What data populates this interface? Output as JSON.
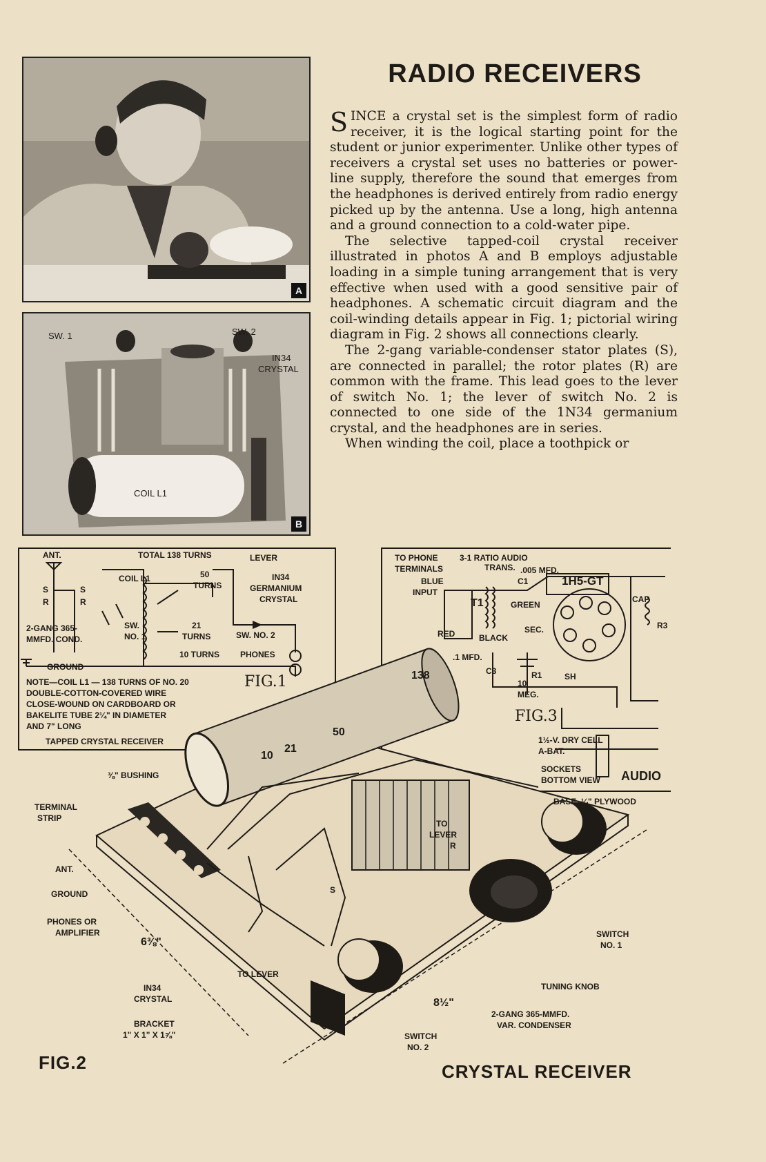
{
  "title": "RADIO RECEIVERS",
  "article": {
    "dropcap": "S",
    "p1": "INCE a crystal set is the simplest form of radio receiver, it is the logical starting point for the student or junior experimenter. Unlike other types of receivers a crystal set uses no batteries or power-line supply, therefore the sound that emerges from the headphones is derived entirely from radio energy picked up by the antenna. Use a long, high antenna and a ground connection to a cold-water pipe.",
    "p2": "The selective tapped-coil crystal receiver illustrated in photos A and B employs adjustable loading in a simple tuning arrangement that is very effective when used with a good sensitive pair of headphones. A schematic circuit diagram and the coil-winding details appear in Fig. 1; pictorial wiring diagram in Fig. 2 shows all connections clearly.",
    "p3": "The 2-gang variable-condenser stator plates (S), are connected in parallel; the rotor plates (R) are common with the frame. This lead goes to the lever of switch No. 1; the lever of switch No. 2 is connected to one side of the 1N34 germanium crystal, and the headphones are in series.",
    "p4": "When winding the coil, place a toothpick or"
  },
  "photoA": {
    "badge": "A"
  },
  "photoB": {
    "badge": "B",
    "sw1": "SW. 1",
    "sw2": "SW. 2",
    "crystal1": "IN34",
    "crystal2": "CRYSTAL",
    "coil": "COIL L1"
  },
  "fig1": {
    "ant": "ANT.",
    "total": "TOTAL 138 TURNS",
    "lever": "LEVER",
    "coil": "COIL L1",
    "t50a": "50",
    "t50b": "TURNS",
    "crys1": "IN34",
    "crys2": "GERMANIUM",
    "crys3": "CRYSTAL",
    "s": "S",
    "r": "R",
    "cond1": "2-GANG 365-",
    "cond2": "MMFD. COND.",
    "swno1a": "SW.",
    "swno1b": "NO. 1",
    "t21a": "21",
    "t21b": "TURNS",
    "swno2": "SW. NO. 2",
    "t10": "10 TURNS",
    "phones": "PHONES",
    "ground": "GROUND",
    "note1": "NOTE—COIL L1 — 138 TURNS OF NO. 20",
    "note2": "DOUBLE-COTTON-COVERED WIRE",
    "note3": "CLOSE-WOUND ON CARDBOARD OR",
    "note4": "BAKELITE TUBE 2¼\" IN DIAMETER",
    "note5": "AND 7\" LONG",
    "caption": "TAPPED CRYSTAL RECEIVER",
    "fig": "FIG.1"
  },
  "fig3": {
    "tophone1": "TO PHONE",
    "tophone2": "TERMINALS",
    "ratio1": "3-1 RATIO AUDIO",
    "ratio2": "TRANS.",
    "cap005": ".005 MFD.",
    "c1": "C1",
    "tube": "1H5-GT",
    "blue1": "BLUE",
    "blue2": "INPUT",
    "t1": "T1",
    "green": "GREEN",
    "cap": "CAP",
    "red": "RED",
    "black": "BLACK",
    "sec": "SEC.",
    "r3": "R3",
    "mfd1": ".1 MFD.",
    "c3": "C3",
    "r1a": "10",
    "r1b": "R1",
    "r1c": "MEG.",
    "sh": "SH",
    "fig": "FIG.3",
    "cell1": "1½-V. DRY CELL",
    "cell2": "A-BAT.",
    "sockets1": "SOCKETS",
    "sockets2": "BOTTOM VIEW",
    "audio": "AUDIO"
  },
  "fig2": {
    "bushing": "⅜\" BUSHING",
    "terminal1": "TERMINAL",
    "terminal2": "STRIP",
    "ant": "ANT.",
    "ground": "GROUND",
    "phones1": "PHONES OR",
    "phones2": "AMPLIFIER",
    "dim638": "6⅜\"",
    "crystal1": "IN34",
    "crystal2": "CRYSTAL",
    "bracket1": "BRACKET",
    "bracket2": "1\" X 1\" X 1⅝\"",
    "fig": "FIG.2",
    "toleverA": "TO LEVER",
    "toleverB1": "TO",
    "toleverB2": "LEVER",
    "base": "BASE, ¼\" PLYWOOD",
    "switch1a": "SWITCH",
    "switch1b": "NO. 1",
    "tuning": "TUNING KNOB",
    "dim812": "8½\"",
    "cond1": "2-GANG 365-MMFD.",
    "cond2": "VAR. CONDENSER",
    "switch2a": "SWITCH",
    "switch2b": "NO. 2",
    "tap10": "10",
    "tap21": "21",
    "tap50": "50",
    "tap138": "138",
    "s": "S",
    "r": "R"
  },
  "footer": "CRYSTAL RECEIVER"
}
